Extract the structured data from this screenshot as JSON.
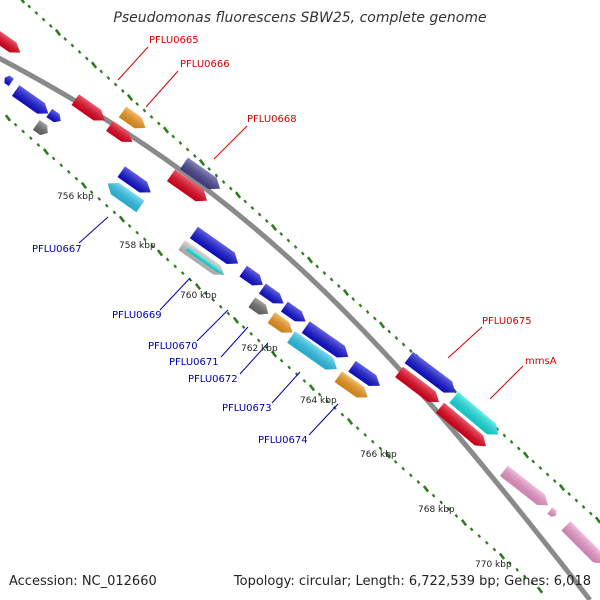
{
  "title": "Pseudomonas fluorescens SBW25, complete genome",
  "footer": {
    "accession": "Accession: NC_012660",
    "summary": "Topology: circular; Length: 6,722,539 bp; Genes: 6,018"
  },
  "colors": {
    "backbone": "#8a8a8a",
    "tick": "#2e7d1f",
    "red_label": "#d40000",
    "blue_label": "#0000aa",
    "red": "#e8001c",
    "blue": "#1010d8",
    "orange": "#f39a1a",
    "cyan": "#2ec8f0",
    "aqua": "#18e6e6",
    "navy": "#4a4494",
    "grey": "#707070",
    "pink": "#f29ccf",
    "lightgrey": "#c8c8c8"
  },
  "kbp_labels": [
    "756 kbp",
    "758 kbp",
    "760 kbp",
    "762 kbp",
    "764 kbp",
    "766 kbp",
    "768 kbp",
    "770 kbp"
  ],
  "gene_labels_top": [
    "PFLU0665",
    "PFLU0666",
    "PFLU0668",
    "PFLU0675",
    "mmsA"
  ],
  "gene_labels_bottom": [
    "PFLU0667",
    "PFLU0669",
    "PFLU0670",
    "PFLU0671",
    "PFLU0672",
    "PFLU0673",
    "PFLU0674"
  ]
}
